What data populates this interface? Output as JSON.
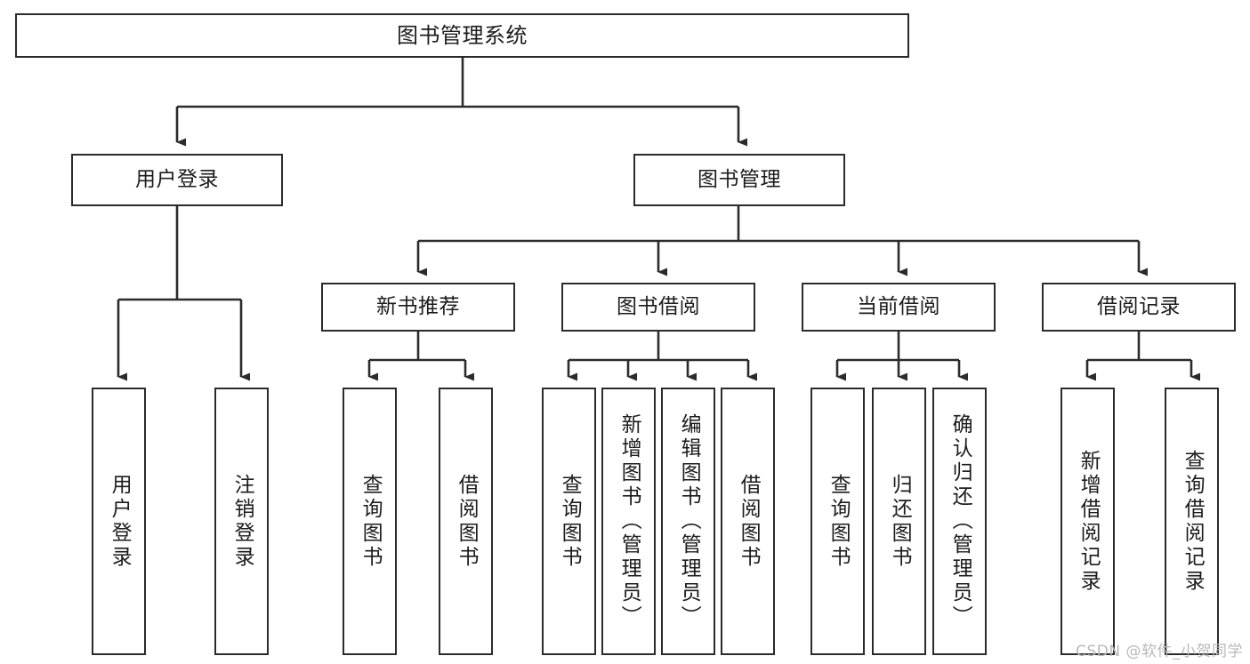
{
  "diagram": {
    "title": "图书管理系统",
    "type": "tree-hierarchy-chart",
    "watermark": "CSDN @软件_小贺同学",
    "colors": {
      "border": "#2b2b2b",
      "fill": "#ffffff",
      "text": "#1c1c1c",
      "edge": "#2b2b2b",
      "watermark": "#b9b9b9"
    },
    "nodes": {
      "root": {
        "label": "图书管理系统"
      },
      "level2": [
        {
          "label": "用户登录"
        },
        {
          "label": "图书管理"
        }
      ],
      "level3": [
        {
          "label": "新书推荐"
        },
        {
          "label": "图书借阅"
        },
        {
          "label": "当前借阅"
        },
        {
          "label": "借阅记录"
        }
      ],
      "leaves": {
        "user_login": [
          {
            "label": "用户登录"
          },
          {
            "label": "注销登录"
          }
        ],
        "new_book_recommend": [
          {
            "label": "查询图书"
          },
          {
            "label": "借阅图书"
          }
        ],
        "book_borrow": [
          {
            "label": "查询图书"
          },
          {
            "label": "新增图书（管理员）"
          },
          {
            "label": "编辑图书（管理员）"
          },
          {
            "label": "借阅图书"
          }
        ],
        "current_borrow": [
          {
            "label": "查询图书"
          },
          {
            "label": "归还图书"
          },
          {
            "label": "确认归还（管理员）"
          }
        ],
        "borrow_record": [
          {
            "label": "新增借阅记录"
          },
          {
            "label": "查询借阅记录"
          }
        ]
      }
    }
  }
}
